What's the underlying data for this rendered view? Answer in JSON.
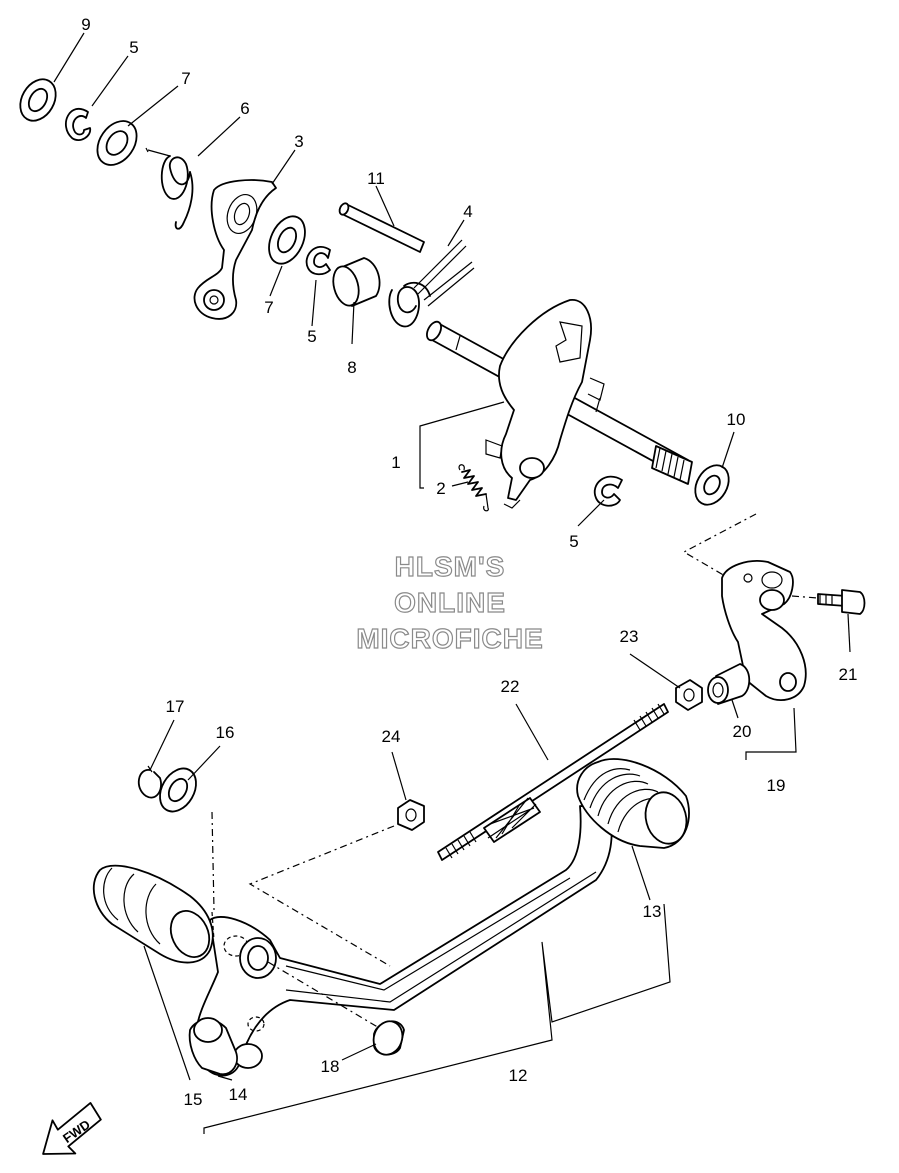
{
  "watermark": {
    "line1": "HLSM'S",
    "line2": "ONLINE",
    "line3": "MICROFICHE"
  },
  "direction_label": "FWD",
  "callouts": {
    "c1": "1",
    "c2": "2",
    "c3": "3",
    "c4": "4",
    "c5a": "5",
    "c5b": "5",
    "c5c": "5",
    "c6": "6",
    "c7a": "7",
    "c7b": "7",
    "c8": "8",
    "c9": "9",
    "c10": "10",
    "c11": "11",
    "c12": "12",
    "c13": "13",
    "c14": "14",
    "c15": "15",
    "c16": "16",
    "c17": "17",
    "c18": "18",
    "c19": "19",
    "c20": "20",
    "c21": "21",
    "c22": "22",
    "c23": "23",
    "c24": "24"
  }
}
